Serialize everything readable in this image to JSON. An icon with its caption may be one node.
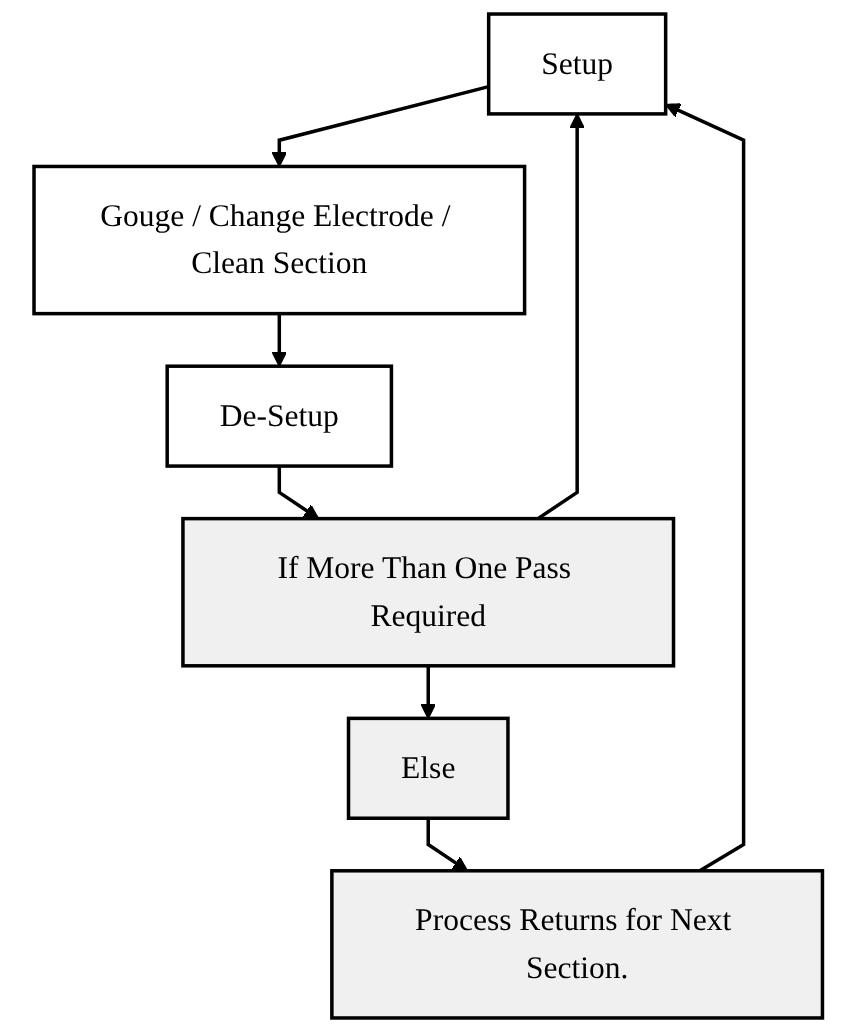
{
  "diagram": {
    "nodes": [
      {
        "text": [
          "Setup"
        ]
      },
      {
        "text": [
          "Gouge / Change Electrode / Clean Section"
        ]
      },
      {
        "text": [
          "De-Setup"
        ]
      },
      {
        "text": [
          "If More Than One Pass Required"
        ]
      },
      {
        "text": [
          "Else"
        ]
      },
      {
        "text": [
          "Process Returns for Next Section."
        ]
      }
    ],
    "edges": [
      {
        "from": 0,
        "to": 1,
        "arrow": "to"
      },
      {
        "from": 1,
        "to": 2,
        "arrow": "to"
      },
      {
        "from": 2,
        "to": 3,
        "arrow": "to"
      },
      {
        "from": 3,
        "to": 4,
        "arrow": "to"
      },
      {
        "from": 4,
        "to": 5,
        "arrow": "to"
      },
      {
        "from": 3,
        "to": 0,
        "arrow": "to"
      },
      {
        "from": 5,
        "to": 0,
        "arrow": "to"
      }
    ]
  }
}
